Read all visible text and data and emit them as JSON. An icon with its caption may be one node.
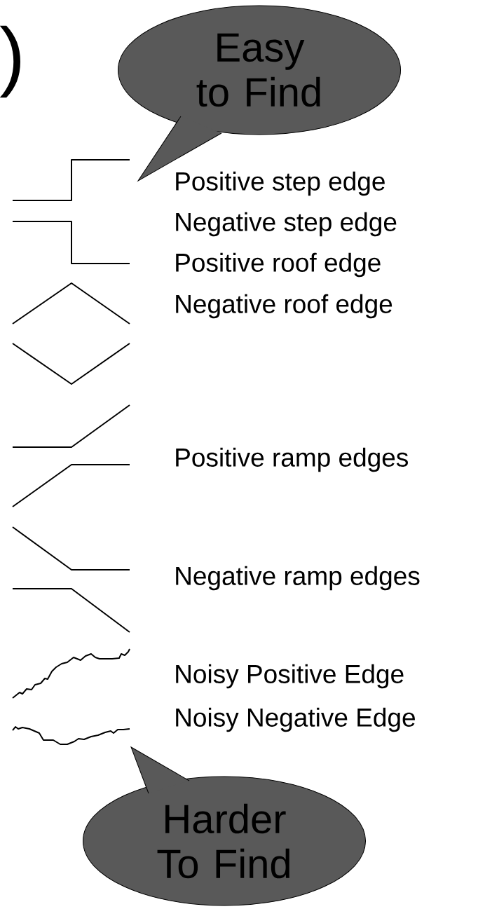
{
  "diagram": {
    "nodes": [
      {
        "text": [
          "Easy to Find"
        ]
      },
      {
        "text": [
          "Harder To Find"
        ]
      }
    ],
    "labels": [
      ")",
      "Positive step edge",
      "Negative step edge",
      "Positive roof edge",
      "Negative roof edge",
      "Positive ramp edges",
      "Negative ramp edges",
      "Noisy Positive Edge",
      "Noisy Negative Edge"
    ]
  }
}
